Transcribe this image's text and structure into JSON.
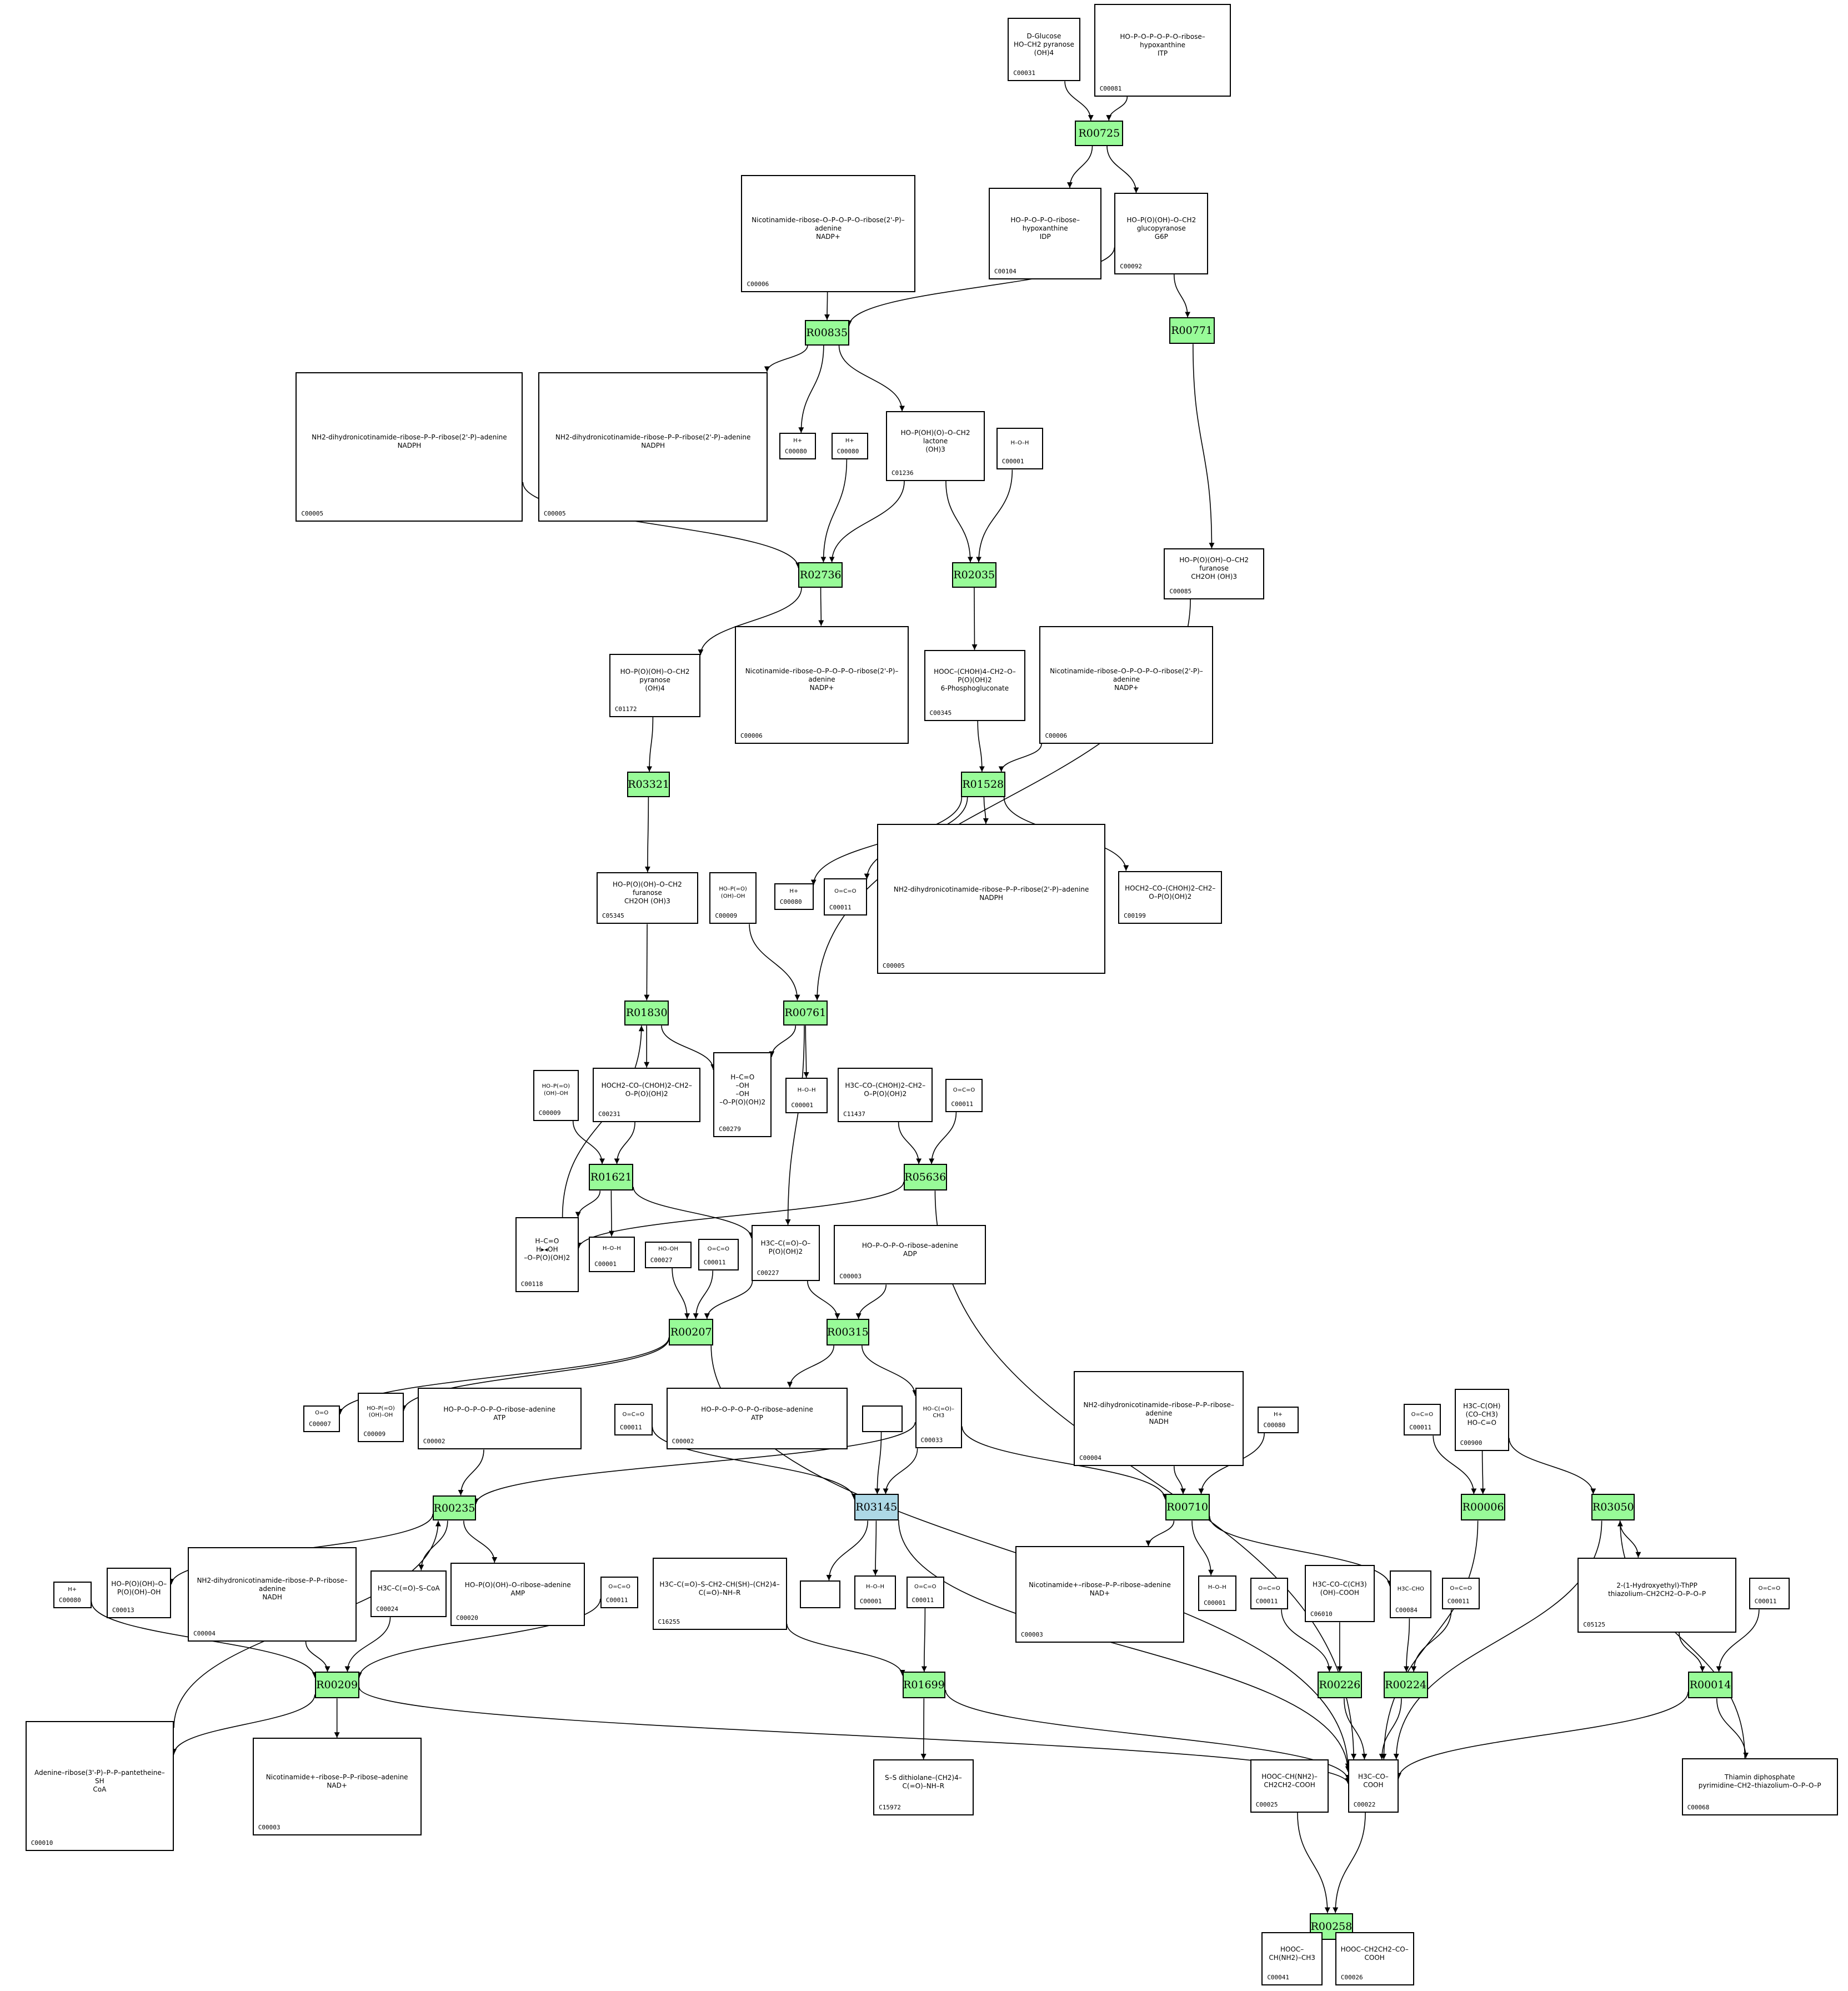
{
  "colors": {
    "reaction_default": "#98FB98",
    "reaction_highlight": "#ADD8E6",
    "edge": "#000000",
    "compound_border": "#000000"
  },
  "reactions": [
    {
      "id": "R00725",
      "label": "R00725",
      "highlight": false
    },
    {
      "id": "R00835",
      "label": "R00835",
      "highlight": false
    },
    {
      "id": "R00771",
      "label": "R00771",
      "highlight": false
    },
    {
      "id": "R02736",
      "label": "R02736",
      "highlight": false
    },
    {
      "id": "R02035",
      "label": "R02035",
      "highlight": false
    },
    {
      "id": "R03321",
      "label": "R03321",
      "highlight": false
    },
    {
      "id": "R01528",
      "label": "R01528",
      "highlight": false
    },
    {
      "id": "R01830",
      "label": "R01830",
      "highlight": false
    },
    {
      "id": "R00761",
      "label": "R00761",
      "highlight": false
    },
    {
      "id": "R01621",
      "label": "R01621",
      "highlight": false
    },
    {
      "id": "R05636",
      "label": "R05636",
      "highlight": false
    },
    {
      "id": "R00207",
      "label": "R00207",
      "highlight": false
    },
    {
      "id": "R00315",
      "label": "R00315",
      "highlight": false
    },
    {
      "id": "R00235",
      "label": "R00235",
      "highlight": false
    },
    {
      "id": "R03145",
      "label": "R03145",
      "highlight": true
    },
    {
      "id": "R00710",
      "label": "R00710",
      "highlight": false
    },
    {
      "id": "R00006",
      "label": "R00006",
      "highlight": false
    },
    {
      "id": "R03050",
      "label": "R03050",
      "highlight": false
    },
    {
      "id": "R00209",
      "label": "R00209",
      "highlight": false
    },
    {
      "id": "R01699",
      "label": "R01699",
      "highlight": false
    },
    {
      "id": "R00226",
      "label": "R00226",
      "highlight": false
    },
    {
      "id": "R00224",
      "label": "R00224",
      "highlight": false
    },
    {
      "id": "R00014",
      "label": "R00014",
      "highlight": false
    },
    {
      "id": "R00258",
      "label": "R00258",
      "highlight": false
    }
  ],
  "compounds": [
    {
      "key": "c00031_a",
      "id": "C00031",
      "structure": "D-Glucose\nHO–CH2 pyranose (OH)4"
    },
    {
      "key": "c00081_a",
      "id": "C00081",
      "structure": "HO–P–O–P–O–P–O–ribose–hypoxanthine\nITP"
    },
    {
      "key": "c00104_a",
      "id": "C00104",
      "structure": "HO–P–O–P–O–ribose–hypoxanthine\nIDP"
    },
    {
      "key": "c00092_a",
      "id": "C00092",
      "structure": "HO–P(O)(OH)–O–CH2 glucopyranose\nG6P"
    },
    {
      "key": "c00006_a",
      "id": "C00006",
      "structure": "Nicotinamide–ribose–O–P–O–P–O–ribose(2'-P)–adenine\nNADP+"
    },
    {
      "key": "c00005_a",
      "id": "C00005",
      "structure": "NH2-dihydronicotinamide–ribose–P–P–ribose(2'-P)–adenine\nNADPH"
    },
    {
      "key": "c00005_b",
      "id": "C00005",
      "structure": "NH2-dihydronicotinamide–ribose–P–P–ribose(2'-P)–adenine\nNADPH"
    },
    {
      "key": "c00080_a",
      "id": "C00080",
      "structure": "H+"
    },
    {
      "key": "c00080_b",
      "id": "C00080",
      "structure": "H+"
    },
    {
      "key": "c01236_a",
      "id": "C01236",
      "structure": "HO–P(OH)(O)–O–CH2 lactone\n(OH)3"
    },
    {
      "key": "c00001_a",
      "id": "C00001",
      "structure": "H–O–H"
    },
    {
      "key": "c00085_a",
      "id": "C00085",
      "structure": "HO–P(O)(OH)–O–CH2 furanose\nCH2OH (OH)3"
    },
    {
      "key": "c01172_a",
      "id": "C01172",
      "structure": "HO–P(O)(OH)–O–CH2 pyranose\n(OH)4"
    },
    {
      "key": "c00006_b",
      "id": "C00006",
      "structure": "Nicotinamide–ribose–O–P–O–P–O–ribose(2'-P)–adenine\nNADP+"
    },
    {
      "key": "c00345_a",
      "id": "C00345",
      "structure": "HOOC–(CHOH)4–CH2–O–P(O)(OH)2\n6-Phosphogluconate"
    },
    {
      "key": "c00006_c",
      "id": "C00006",
      "structure": "Nicotinamide–ribose–O–P–O–P–O–ribose(2'-P)–adenine\nNADP+"
    },
    {
      "key": "c05345_a",
      "id": "C05345",
      "structure": "HO–P(O)(OH)–O–CH2 furanose\nCH2OH (OH)3"
    },
    {
      "key": "c00009_a",
      "id": "C00009",
      "structure": "HO–P(=O)(OH)–OH"
    },
    {
      "key": "c00080_c",
      "id": "C00080",
      "structure": "H+"
    },
    {
      "key": "c00011_a",
      "id": "C00011",
      "structure": "O=C=O"
    },
    {
      "key": "c00005_c",
      "id": "C00005",
      "structure": "NH2-dihydronicotinamide–ribose–P–P–ribose(2'-P)–adenine\nNADPH"
    },
    {
      "key": "c00199_a",
      "id": "C00199",
      "structure": "HOCH2–CO–(CHOH)2–CH2–O–P(O)(OH)2"
    },
    {
      "key": "c00009_b",
      "id": "C00009",
      "structure": "HO–P(=O)(OH)–OH"
    },
    {
      "key": "c00231_a",
      "id": "C00231",
      "structure": "HOCH2–CO–(CHOH)2–CH2–O–P(O)(OH)2"
    },
    {
      "key": "c00279_a",
      "id": "C00279",
      "structure": "H–C=O\n–OH\n–OH\n–O–P(O)(OH)2"
    },
    {
      "key": "c00001_b",
      "id": "C00001",
      "structure": "H–O–H"
    },
    {
      "key": "c11437_a",
      "id": "C11437",
      "structure": "H3C–CO–(CHOH)2–CH2–O–P(O)(OH)2"
    },
    {
      "key": "c00011_b",
      "id": "C00011",
      "structure": "O=C=O"
    },
    {
      "key": "c00118_a",
      "id": "C00118",
      "structure": "H–C=O\nH▸◂OH\n–O–P(O)(OH)2"
    },
    {
      "key": "c00001_c",
      "id": "C00001",
      "structure": "H–O–H"
    },
    {
      "key": "c00027_a",
      "id": "C00027",
      "structure": "HO–OH"
    },
    {
      "key": "c00011_c",
      "id": "C00011",
      "structure": "O=C=O"
    },
    {
      "key": "c00227_a",
      "id": "C00227",
      "structure": "H3C–C(=O)–O–P(O)(OH)2"
    },
    {
      "key": "c00003_top",
      "id": "C00003",
      "structure": "HO–P–O–P–O–ribose–adenine\nADP"
    },
    {
      "key": "c00007_a",
      "id": "C00007",
      "structure": "O=O"
    },
    {
      "key": "c00009_c",
      "id": "C00009",
      "structure": "HO–P(=O)(OH)–OH"
    },
    {
      "key": "c00002_a",
      "id": "C00002",
      "structure": "HO–P–O–P–O–P–O–ribose–adenine\nATP"
    },
    {
      "key": "c00011_d",
      "id": "C00011",
      "structure": "O=C=O"
    },
    {
      "key": "c00002_b",
      "id": "C00002",
      "structure": "HO–P–O–P–O–P–O–ribose–adenine\nATP"
    },
    {
      "key": "blank_a",
      "id": "",
      "structure": ""
    },
    {
      "key": "c00033_a",
      "id": "C00033",
      "structure": "HO–C(=O)–CH3"
    },
    {
      "key": "c00004_a",
      "id": "C00004",
      "structure": "NH2-dihydronicotinamide–ribose–P–P–ribose–adenine\nNADH"
    },
    {
      "key": "c00080_d",
      "id": "C00080",
      "structure": "H+"
    },
    {
      "key": "c00011_e",
      "id": "C00011",
      "structure": "O=C=O"
    },
    {
      "key": "c00900_a",
      "id": "C00900",
      "structure": "H3C–C(OH)(CO–CH3)\nHO–C=O"
    },
    {
      "key": "c00080_e",
      "id": "C00080",
      "structure": "H+"
    },
    {
      "key": "c00013_a",
      "id": "C00013",
      "structure": "HO–P(O)(OH)–O–P(O)(OH)–OH"
    },
    {
      "key": "c00004_b",
      "id": "C00004",
      "structure": "NH2-dihydronicotinamide–ribose–P–P–ribose–adenine\nNADH"
    },
    {
      "key": "c00024_a",
      "id": "C00024",
      "structure": "H3C–C(=O)–S–CoA"
    },
    {
      "key": "c00020_a",
      "id": "C00020",
      "structure": "HO–P(O)(OH)–O–ribose–adenine\nAMP"
    },
    {
      "key": "c00011_f",
      "id": "C00011",
      "structure": "O=C=O"
    },
    {
      "key": "c16255_a",
      "id": "C16255",
      "structure": "H3C–C(=O)–S–CH2–CH(SH)–(CH2)4–C(=O)–NH–R"
    },
    {
      "key": "blank_b",
      "id": "",
      "structure": ""
    },
    {
      "key": "c00001_d",
      "id": "C00001",
      "structure": "H–O–H"
    },
    {
      "key": "c00011_g",
      "id": "C00011",
      "structure": "O=C=O"
    },
    {
      "key": "c00003_a",
      "id": "C00003",
      "structure": "Nicotinamide+–ribose–P–P–ribose–adenine\nNAD+"
    },
    {
      "key": "c00001_e",
      "id": "C00001",
      "structure": "H–O–H"
    },
    {
      "key": "c00011_h",
      "id": "C00011",
      "structure": "O=C=O"
    },
    {
      "key": "c06010_a",
      "id": "C06010",
      "structure": "H3C–CO–C(CH3)(OH)–COOH"
    },
    {
      "key": "c00084_a",
      "id": "C00084",
      "structure": "H3C–CHO"
    },
    {
      "key": "c00011_i",
      "id": "C00011",
      "structure": "O=C=O"
    },
    {
      "key": "c05125_a",
      "id": "C05125",
      "structure": "2-(1-Hydroxyethyl)-ThPP\nthiazolium–CH2CH2–O–P–O–P"
    },
    {
      "key": "c00011_j",
      "id": "C00011",
      "structure": "O=C=O"
    },
    {
      "key": "c00010_a",
      "id": "C00010",
      "structure": "Adenine–ribose(3'-P)–P–P–pantetheine–SH\nCoA"
    },
    {
      "key": "c00003_b",
      "id": "C00003",
      "structure": "Nicotinamide+–ribose–P–P–ribose–adenine\nNAD+"
    },
    {
      "key": "c15972_a",
      "id": "C15972",
      "structure": "S–S dithiolane–(CH2)4–C(=O)–NH–R"
    },
    {
      "key": "c00025_a",
      "id": "C00025",
      "structure": "HOOC–CH(NH2)–CH2CH2–COOH"
    },
    {
      "key": "c00022_a",
      "id": "C00022",
      "structure": "H3C–CO–COOH"
    },
    {
      "key": "c00068_a",
      "id": "C00068",
      "structure": "Thiamin diphosphate\npyrimidine–CH2–thiazolium–O–P–O–P"
    },
    {
      "key": "c00041_a",
      "id": "C00041",
      "structure": "HOOC–CH(NH2)–CH3"
    },
    {
      "key": "c00026_a",
      "id": "C00026",
      "structure": "HOOC–CH2CH2–CO–COOH"
    }
  ],
  "edges": [
    [
      "c00031_a",
      "R00725"
    ],
    [
      "c00081_a",
      "R00725"
    ],
    [
      "R00725",
      "c00104_a"
    ],
    [
      "R00725",
      "c00092_a"
    ],
    [
      "c00006_a",
      "R00835"
    ],
    [
      "c00092_a",
      "R00835"
    ],
    [
      "c00092_a",
      "R00771"
    ],
    [
      "R00835",
      "c00005_b"
    ],
    [
      "R00835",
      "c00080_a"
    ],
    [
      "R00835",
      "c01236_a"
    ],
    [
      "R00771",
      "c00085_a"
    ],
    [
      "c00005_a",
      "R02736"
    ],
    [
      "c00080_b",
      "R02736"
    ],
    [
      "c01236_a",
      "R02736"
    ],
    [
      "c01236_a",
      "R02035"
    ],
    [
      "c00001_a",
      "R02035"
    ],
    [
      "R02736",
      "c01172_a"
    ],
    [
      "R02736",
      "c00006_b"
    ],
    [
      "R02035",
      "c00345_a"
    ],
    [
      "c01172_a",
      "R03321"
    ],
    [
      "c00345_a",
      "R01528"
    ],
    [
      "c00006_c",
      "R01528"
    ],
    [
      "R01528",
      "c00080_c"
    ],
    [
      "R01528",
      "c00011_a"
    ],
    [
      "R01528",
      "c00005_c"
    ],
    [
      "R01528",
      "c00199_a"
    ],
    [
      "R03321",
      "c05345_a"
    ],
    [
      "c05345_a",
      "R01830"
    ],
    [
      "c00009_a",
      "R00761"
    ],
    [
      "c00085_a",
      "R00761"
    ],
    [
      "R01830",
      "c00231_a"
    ],
    [
      "R01830",
      "c00279_a"
    ],
    [
      "R00761",
      "c00279_a"
    ],
    [
      "R00761",
      "c00001_b"
    ],
    [
      "c00009_b",
      "R01621"
    ],
    [
      "c00231_a",
      "R01621"
    ],
    [
      "c11437_a",
      "R05636"
    ],
    [
      "c00011_b",
      "R05636"
    ],
    [
      "R01621",
      "c00118_a"
    ],
    [
      "R01621",
      "c00001_c"
    ],
    [
      "R01621",
      "c00227_a"
    ],
    [
      "R05636",
      "c00118_a"
    ],
    [
      "R05636",
      "c00022_a"
    ],
    [
      "c00118_a",
      "R01830"
    ],
    [
      "R00761",
      "c00227_a"
    ],
    [
      "c00027_a",
      "R00207"
    ],
    [
      "c00011_c",
      "R00207"
    ],
    [
      "c00227_a",
      "R00207"
    ],
    [
      "c00227_a",
      "R00315"
    ],
    [
      "c00003_top",
      "R00315"
    ],
    [
      "R00207",
      "c00007_a"
    ],
    [
      "R00207",
      "c00009_c"
    ],
    [
      "R00207",
      "c00022_a"
    ],
    [
      "R00315",
      "c00002_b"
    ],
    [
      "R00315",
      "c00033_a"
    ],
    [
      "c00002_a",
      "R00235"
    ],
    [
      "c00033_a",
      "R00235"
    ],
    [
      "c00010_a",
      "R00235"
    ],
    [
      "R00235",
      "c00013_a"
    ],
    [
      "R00235",
      "c00024_a"
    ],
    [
      "R00235",
      "c00020_a"
    ],
    [
      "c00011_d",
      "R03145"
    ],
    [
      "blank_a",
      "R03145"
    ],
    [
      "c00033_a",
      "R03145"
    ],
    [
      "R03145",
      "blank_b"
    ],
    [
      "R03145",
      "c00001_d"
    ],
    [
      "R03145",
      "c00022_a"
    ],
    [
      "c00033_a",
      "R00710"
    ],
    [
      "c00004_a",
      "R00710"
    ],
    [
      "c00080_d",
      "R00710"
    ],
    [
      "R00710",
      "c00003_a"
    ],
    [
      "R00710",
      "c00001_e"
    ],
    [
      "R00710",
      "c00084_a"
    ],
    [
      "c00011_e",
      "R00006"
    ],
    [
      "c00900_a",
      "R00006"
    ],
    [
      "c00900_a",
      "R03050"
    ],
    [
      "R00006",
      "c00022_a"
    ],
    [
      "R03050",
      "c05125_a"
    ],
    [
      "R03050",
      "c00022_a"
    ],
    [
      "c00080_e",
      "R00209"
    ],
    [
      "c00004_b",
      "R00209"
    ],
    [
      "c00024_a",
      "R00209"
    ],
    [
      "c00011_f",
      "R00209"
    ],
    [
      "R00209",
      "c00010_a"
    ],
    [
      "R00209",
      "c00003_b"
    ],
    [
      "R00209",
      "c00022_a"
    ],
    [
      "c16255_a",
      "R01699"
    ],
    [
      "c00011_g",
      "R01699"
    ],
    [
      "R01699",
      "c15972_a"
    ],
    [
      "R01699",
      "c00022_a"
    ],
    [
      "c00011_h",
      "R00226"
    ],
    [
      "c06010_a",
      "R00226"
    ],
    [
      "c00084_a",
      "R00224"
    ],
    [
      "c00011_i",
      "R00224"
    ],
    [
      "R00226",
      "c00022_a"
    ],
    [
      "R00224",
      "c00022_a"
    ],
    [
      "c05125_a",
      "R00014"
    ],
    [
      "c00011_j",
      "R00014"
    ],
    [
      "R00014",
      "c00022_a"
    ],
    [
      "R00014",
      "c00068_a"
    ],
    [
      "c00068_a",
      "R03050"
    ],
    [
      "c00025_a",
      "R00258"
    ],
    [
      "c00022_a",
      "R00258"
    ],
    [
      "R00258",
      "c00041_a"
    ],
    [
      "R00258",
      "c00026_a"
    ]
  ]
}
